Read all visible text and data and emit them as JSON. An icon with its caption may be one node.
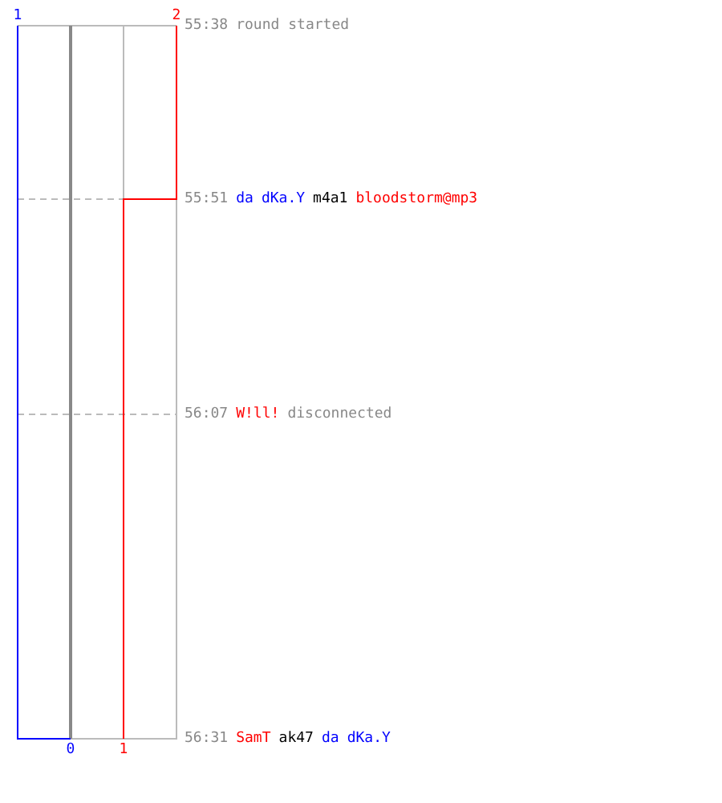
{
  "diagram": {
    "labels": [
      "1",
      "2",
      "55:38",
      "round started",
      "55:51",
      "da",
      "dKa.Y",
      "m4a1",
      "bloodstorm@mp3",
      "56:07",
      "W!ll!",
      "disconnected",
      "0",
      "1",
      "56:31",
      "SamT",
      "ak47",
      "da",
      "dKa.Y"
    ]
  }
}
